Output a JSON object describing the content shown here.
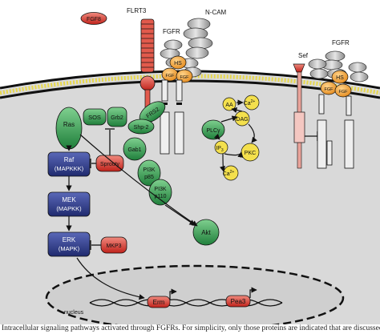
{
  "labels": {
    "fgf8_free": "FGF8",
    "flrt3": "FLRT3",
    "ncam": "N-CAM",
    "fgfr_left": "FGFR",
    "fgfr_right": "FGFR",
    "sef": "Sef",
    "hs_left": "HS",
    "hs_right": "HS",
    "fgf_a": "FGF",
    "fgf_b": "FGF",
    "fgf_c": "FGF",
    "fgf_d": "FGF",
    "ras": "Ras",
    "sos": "SOS",
    "grb2": "Grb2",
    "frs2": "FRS2",
    "shp2": "Shp-2",
    "gab1": "Gab1",
    "sprouty": "Sprouty",
    "raf_1": "Raf",
    "raf_2": "(MAPKKK)",
    "mek_1": "MEK",
    "mek_2": "(MAPKK)",
    "erk_1": "ERK",
    "erk_2": "(MAPK)",
    "mkp3": "MKP3",
    "pi3k85_1": "PI3K",
    "pi3k85_2": "p85",
    "pi3k110_1": "PI3K",
    "pi3k110_2": "p110",
    "akt": "Akt",
    "plc": "PLCγ",
    "aa": "AA",
    "ca_top": "Ca",
    "ca_top_sup": "2+",
    "dag": "DAG",
    "ip": "IP",
    "ip_sub": "3",
    "pkc": "PKC",
    "ca_bottom": "Ca",
    "ca_bottom_sup": "2+",
    "nucleus": "nucleus",
    "erm": "Erm",
    "pea3": "Pea3"
  },
  "colors": {
    "red": "#d9342b",
    "green": "#2f9e4f",
    "navy": "#2c3a8c",
    "orange": "#f2a23a",
    "yellow": "#f4e04d",
    "membrane": "#1f1f1f",
    "background": "#dcdcdc"
  },
  "caption": "Intracellular signaling pathways activated through FGFRs. For simplicity, only those proteins are indicated that are discussed"
}
